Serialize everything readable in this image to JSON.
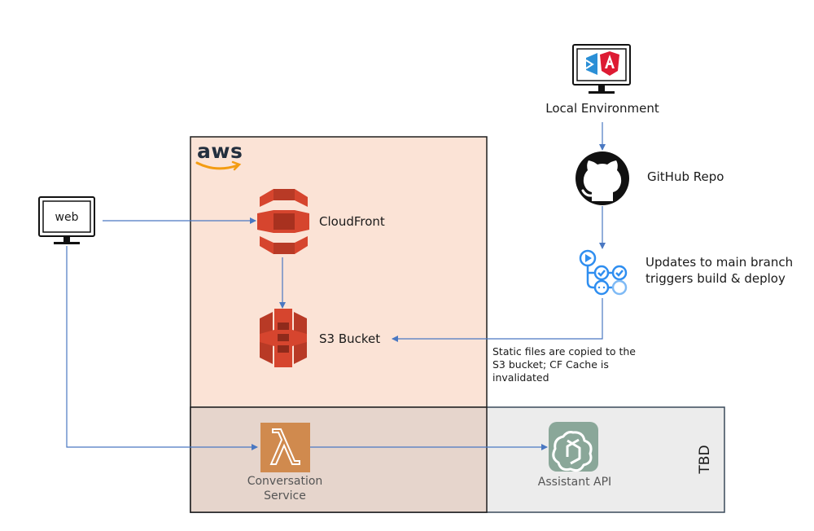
{
  "aws_box": {
    "logo_text": "aws",
    "fill": "#fbe3d6",
    "border": "#1f1f1f"
  },
  "tbd_box": {
    "label": "TBD",
    "fill": "#ececec",
    "border": "#3a4a5a"
  },
  "overlap_fill": "#e6d5cc",
  "nodes": {
    "web": {
      "label": "web",
      "icon": "monitor-icon"
    },
    "cloudfront": {
      "label": "CloudFront",
      "icon": "cloudfront-icon",
      "color": "#d6452e"
    },
    "s3": {
      "label": "S3 Bucket",
      "icon": "s3-bucket-icon",
      "color": "#d6452e"
    },
    "local": {
      "label": "Local Environment",
      "icon": "monitor-icon"
    },
    "github": {
      "label": "GitHub Repo",
      "icon": "github-icon"
    },
    "actions": {
      "label_line1": "Updates to main branch",
      "label_line2": "triggers build & deploy",
      "icon": "github-actions-icon",
      "color": "#2f8ef0"
    },
    "lambda": {
      "label_line1": "Conversation",
      "label_line2": "Service",
      "icon": "lambda-icon",
      "color": "#d08a4e"
    },
    "assistant": {
      "label": "Assistant API",
      "icon": "openai-icon",
      "color": "#8aa799"
    }
  },
  "annotations": {
    "static_files": "Static files are copied to the S3 bucket; CF Cache is invalidated"
  },
  "colors": {
    "arrow": "#4a78c2",
    "text": "#1a1a1a",
    "muted_text": "#555555"
  }
}
